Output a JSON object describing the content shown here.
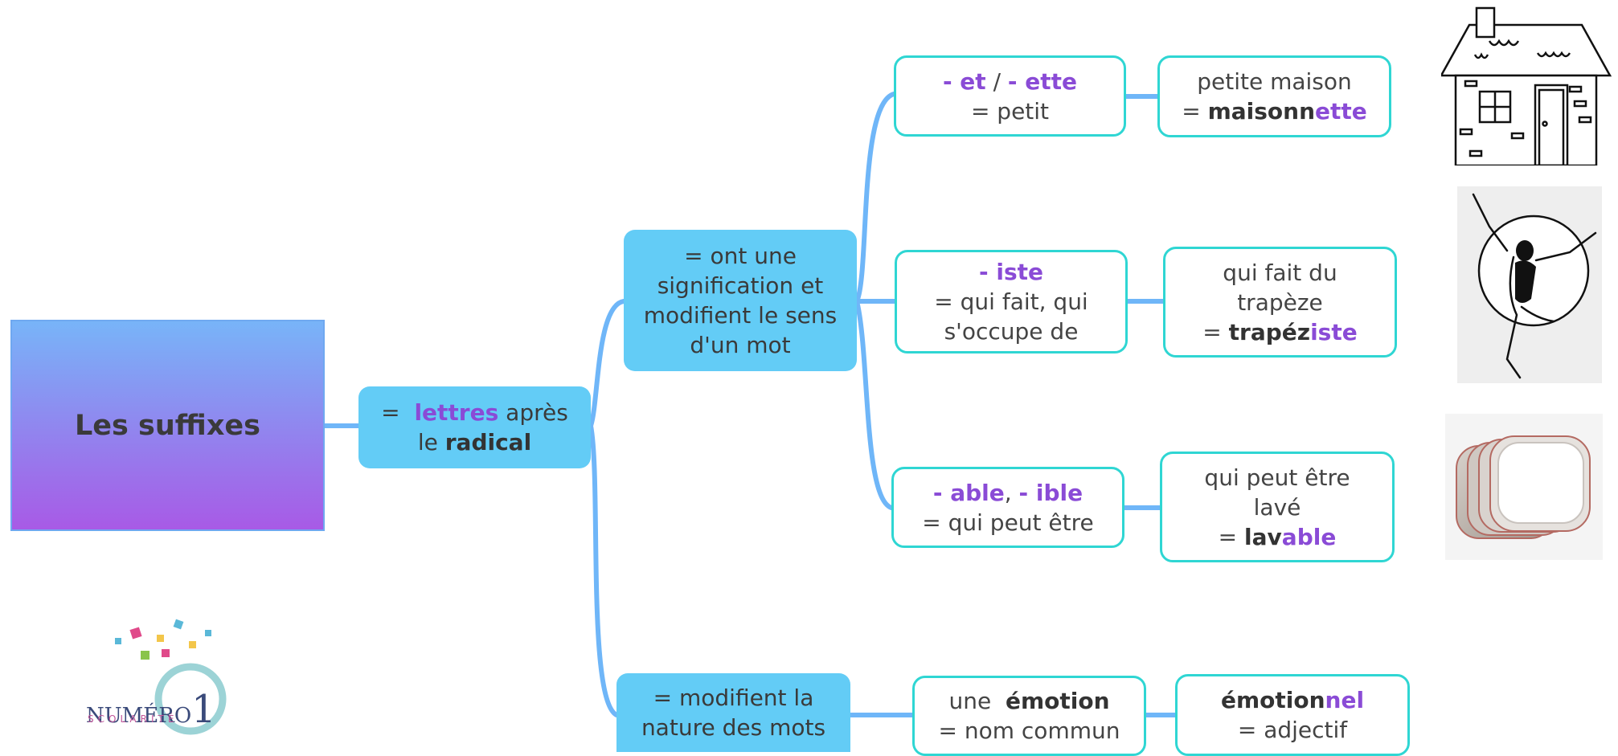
{
  "root": {
    "title": "Les suffixes"
  },
  "level1": {
    "prefix": "=",
    "word1": "lettres",
    "word2": "après",
    "word3": "le",
    "word4": "radical"
  },
  "meaning_group": {
    "lines": [
      "= ont une",
      "signification et",
      "modifient le sens",
      "d'un mot"
    ]
  },
  "nature_group": {
    "lines": [
      "= modifient la",
      "nature des mots"
    ]
  },
  "suffix_et": {
    "s1": "- et",
    "sep": " / ",
    "s2": "- ette",
    "meaning": "= petit"
  },
  "example_et": {
    "line1": "petite maison",
    "eq": "= ",
    "root": "maisonn",
    "suffix": "ette"
  },
  "suffix_iste": {
    "s1": "- iste",
    "m1": "= qui fait, qui",
    "m2": "s'occupe de"
  },
  "example_iste": {
    "line1": "qui fait du",
    "line2": "trapèze",
    "eq": "= ",
    "root": "trapéz",
    "suffix": "iste"
  },
  "suffix_able": {
    "s1": "- able",
    "sep": ", ",
    "s2": "- ible",
    "meaning": "= qui peut être"
  },
  "example_able": {
    "line1": "qui peut être",
    "line2": "lavé",
    "eq": "= ",
    "root": "lav",
    "suffix": "able"
  },
  "nature_example": {
    "pre": "une ",
    "word": "émotion",
    "line2": "= nom commun"
  },
  "nature_result": {
    "root": "émotion",
    "suffix": "nel",
    "line2": "= adjectif"
  },
  "logo": {
    "brand": "NUMÉRO",
    "digit": "1",
    "tagline": "SCOLARITÉ"
  },
  "colors": {
    "node_blue": "#63ccf6",
    "teal_border": "#2fd6d3",
    "suffix_purple": "#8a4bd6",
    "connector": "#6fb6f8",
    "root_gradient_top": "#78b4f8",
    "root_gradient_bottom": "#a85ae6"
  }
}
